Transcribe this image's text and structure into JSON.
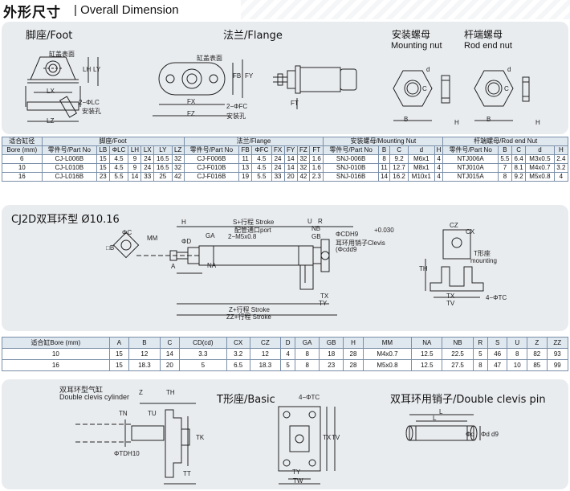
{
  "header": {
    "title_cn": "外形尺寸",
    "title_en": "Overall Dimension"
  },
  "section1": {
    "foot_title": "脚座/Foot",
    "flange_title": "法兰/Flange",
    "mount_nut_cn": "安装螺母",
    "mount_nut_en": "Mounting nut",
    "rod_nut_cn": "杆端螺母",
    "rod_nut_en": "Rod end nut",
    "foot_labels": {
      "cover": "缸盖表面",
      "lx": "LX",
      "lz": "LZ",
      "lh": "LH",
      "ly": "LY",
      "hole_dim": "2−ΦLC",
      "hole_cn": "安装孔"
    },
    "flange_labels": {
      "cover": "缸盖表面",
      "fx": "FX",
      "fz": "FZ",
      "fb": "FB",
      "fy": "FY",
      "ft": "FT",
      "hole_dim": "2−ΦFC",
      "hole_cn": "安装孔"
    },
    "nut_labels": {
      "d": "d",
      "c": "C",
      "b": "B",
      "h": "H"
    },
    "rodnut_labels": {
      "d": "d",
      "c": "C",
      "b": "B",
      "h": "H"
    }
  },
  "table1": {
    "groups": [
      "适合缸径",
      "脚座/Foot",
      "法兰/Flange",
      "安装螺母/Mounting Nut",
      "杆端螺母/Rod end Nut"
    ],
    "headers": [
      "Bore (mm)",
      "零件号/Part No",
      "LB",
      "ΦLC",
      "LH",
      "LX",
      "LY",
      "LZ",
      "零件号/Part No",
      "FB",
      "ΦFC",
      "FX",
      "FY",
      "FZ",
      "FT",
      "零件号/Part No",
      "B",
      "C",
      "d",
      "H",
      "零件号/Part No",
      "B",
      "C",
      "d",
      "H"
    ],
    "rows": [
      [
        "6",
        "CJ-L006B",
        "15",
        "4.5",
        "9",
        "24",
        "16.5",
        "32",
        "CJ-F006B",
        "11",
        "4.5",
        "24",
        "14",
        "32",
        "1.6",
        "SNJ-006B",
        "8",
        "9.2",
        "M6x1",
        "4",
        "NTJ006A",
        "5.5",
        "6.4",
        "M3x0.5",
        "2.4"
      ],
      [
        "10",
        "CJ-L010B",
        "15",
        "4.5",
        "9",
        "24",
        "16.5",
        "32",
        "CJ-F010B",
        "13",
        "4.5",
        "24",
        "14",
        "32",
        "1.6",
        "SNJ-010B",
        "11",
        "12.7",
        "M8x1",
        "4",
        "NTJ010A",
        "7",
        "8.1",
        "M4x0.7",
        "3.2"
      ],
      [
        "16",
        "CJ-L016B",
        "23",
        "5.5",
        "14",
        "33",
        "25",
        "42",
        "CJ-F016B",
        "19",
        "5.5",
        "33",
        "20",
        "42",
        "2.3",
        "SNJ-016B",
        "14",
        "16.2",
        "M10x1",
        "4",
        "NTJ015A",
        "8",
        "9.2",
        "M5x0.8",
        "4"
      ]
    ]
  },
  "section2": {
    "title": "CJ2D双耳环型 Ø10.16",
    "labels": {
      "h": "H",
      "s_stroke": "S+行程 Stroke",
      "u": "U",
      "r": "R",
      "nb": "NB",
      "gb": "GB",
      "port_cn": "配管通口port",
      "port_dim": "2−M5x0.8",
      "mm": "MM",
      "a": "A",
      "ga": "GA",
      "na": "NA",
      "od": "ΦD",
      "oc": "ΦC",
      "b": "□B",
      "cdh9": "ΦCDH9",
      "tol": "+0.030",
      "pin_cn": "耳环用销子Clevis",
      "pin_cd": "(Φcdd9",
      "z_stroke": "Z+行程  Stroke",
      "zz_stroke": "ZZ+行程 Stroke",
      "th": "TH",
      "tx": "TX",
      "tv": "TV",
      "tc": "4−ΦTC",
      "ty": "TY",
      "t_seat_cn": "T形座",
      "t_seat_en": "mounting",
      "cz": "CZ",
      "cx": "CX"
    }
  },
  "table2": {
    "headers": [
      "适合缸Bore (mm)",
      "A",
      "B",
      "C",
      "CD(cd)",
      "CX",
      "CZ",
      "D",
      "GA",
      "GB",
      "H",
      "MM",
      "NA",
      "NB",
      "R",
      "S",
      "U",
      "Z",
      "ZZ"
    ],
    "rows": [
      [
        "10",
        "15",
        "12",
        "14",
        "3.3",
        "3.2",
        "12",
        "4",
        "8",
        "18",
        "28",
        "M4x0.7",
        "12.5",
        "22.5",
        "5",
        "46",
        "8",
        "82",
        "93"
      ],
      [
        "16",
        "15",
        "18.3",
        "20",
        "5",
        "6.5",
        "18.3",
        "5",
        "8",
        "23",
        "28",
        "M5x0.8",
        "12.5",
        "27.5",
        "8",
        "47",
        "10",
        "85",
        "99"
      ]
    ]
  },
  "section3": {
    "clevis_cn": "双耳环型气缸",
    "clevis_en": "Double clevis cylinder",
    "t_basic": "T形座/Basic",
    "pin_title": "双耳环用销子/Double clevis pin",
    "labels": {
      "z": "Z",
      "th": "TH",
      "tn": "TN",
      "tk": "TK",
      "tu": "TU",
      "otd": "ΦTDH10",
      "tt": "TT",
      "tc": "4−ΦTC",
      "tx": "TX",
      "ty": "TY",
      "tw": "TW",
      "tv": "TV",
      "l": "L",
      "l1": "L",
      "od": "Φd",
      "odd9": "Φd d9"
    }
  }
}
